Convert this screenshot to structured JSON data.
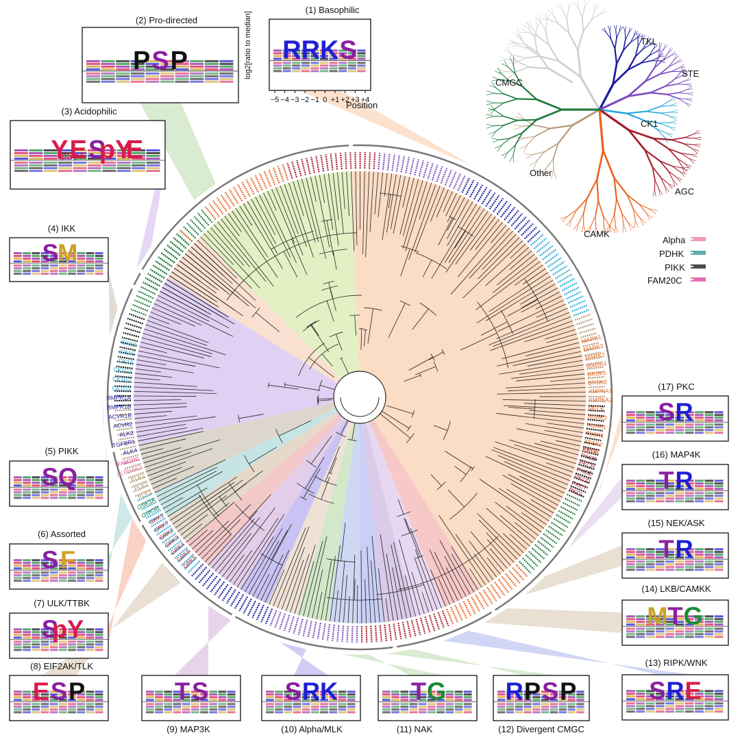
{
  "motif_groups": [
    {
      "id": 1,
      "label": "(1) Basophilic",
      "logo": [
        "R",
        "R",
        "K",
        "S"
      ],
      "colors": [
        "#1f1fd6",
        "#1f1fd6",
        "#1f1fd6",
        "#8a1fa0"
      ]
    },
    {
      "id": 2,
      "label": "(2) Pro-directed",
      "logo": [
        "P",
        "S",
        "P"
      ],
      "colors": [
        "#111",
        "#8a1fa0",
        "#111"
      ]
    },
    {
      "id": 3,
      "label": "(3) Acidophilic",
      "logo": [
        "pS/pT",
        "Y",
        "E",
        "S",
        "pY",
        "E"
      ],
      "colors": [
        "#d81b4a",
        "#d81b4a",
        "#d81b4a",
        "#8a1fa0",
        "#d81b4a",
        "#d81b4a"
      ]
    },
    {
      "id": 4,
      "label": "(4) IKK",
      "logo": [
        "S",
        "M"
      ],
      "colors": [
        "#8a1fa0",
        "#c9a227"
      ]
    },
    {
      "id": 5,
      "label": "(5) PIKK",
      "logo": [
        "S",
        "Q"
      ],
      "colors": [
        "#8a1fa0",
        "#8a1fa0"
      ]
    },
    {
      "id": 6,
      "label": "(6) Assorted",
      "logo": [
        "S",
        "F"
      ],
      "colors": [
        "#8a1fa0",
        "#c9a227"
      ]
    },
    {
      "id": 7,
      "label": "(7) ULK/TTBK",
      "logo": [
        "S",
        "pY"
      ],
      "colors": [
        "#8a1fa0",
        "#d81b4a"
      ]
    },
    {
      "id": 8,
      "label": "(8) EIF2AK/TLK",
      "logo": [
        "E",
        "S",
        "P"
      ],
      "colors": [
        "#d81b4a",
        "#8a1fa0",
        "#111"
      ]
    },
    {
      "id": 9,
      "label": "(9) MAP3K",
      "logo": [
        "T",
        "S"
      ],
      "colors": [
        "#8a1fa0",
        "#8a1fa0"
      ]
    },
    {
      "id": 10,
      "label": "(10) Alpha/MLK",
      "logo": [
        "S",
        "R",
        "K"
      ],
      "colors": [
        "#8a1fa0",
        "#1f1fd6",
        "#1f1fd6"
      ]
    },
    {
      "id": 11,
      "label": "(11) NAK",
      "logo": [
        "T",
        "G"
      ],
      "colors": [
        "#8a1fa0",
        "#1e8a3a"
      ]
    },
    {
      "id": 12,
      "label": "(12) Divergent CMGC",
      "logo": [
        "R",
        "P",
        "S",
        "P"
      ],
      "colors": [
        "#1f1fd6",
        "#111",
        "#8a1fa0",
        "#111"
      ]
    },
    {
      "id": 13,
      "label": "(13) RIPK/WNK",
      "logo": [
        "S",
        "R",
        "E"
      ],
      "colors": [
        "#8a1fa0",
        "#1f1fd6",
        "#d81b4a"
      ]
    },
    {
      "id": 14,
      "label": "(14) LKB/CAMKK",
      "logo": [
        "M",
        "T",
        "G"
      ],
      "colors": [
        "#c9a227",
        "#8a1fa0",
        "#1e8a3a"
      ]
    },
    {
      "id": 15,
      "label": "(15) NEK/ASK",
      "logo": [
        "T",
        "R"
      ],
      "colors": [
        "#8a1fa0",
        "#1f1fd6"
      ]
    },
    {
      "id": 16,
      "label": "(16) MAP4K",
      "logo": [
        "T",
        "R"
      ],
      "colors": [
        "#8a1fa0",
        "#1f1fd6"
      ]
    },
    {
      "id": 17,
      "label": "(17) PKC",
      "logo": [
        "S",
        "R"
      ],
      "colors": [
        "#8a1fa0",
        "#1f1fd6"
      ]
    }
  ],
  "basophilic_axis": {
    "ylabel": "log2[ratio to median]",
    "xlabel": "Position",
    "ticks": [
      "−5",
      "−4",
      "−3",
      "−2",
      "−1",
      "0",
      "+1",
      "+2",
      "+3",
      "+4"
    ]
  },
  "kinome_tree": {
    "groups": [
      {
        "name": "TKL",
        "color": "#1a1a9e"
      },
      {
        "name": "STE",
        "color": "#7d4fbf"
      },
      {
        "name": "CK1",
        "color": "#2aa8d8"
      },
      {
        "name": "AGC",
        "color": "#a51d2d"
      },
      {
        "name": "CAMK",
        "color": "#e8641e"
      },
      {
        "name": "Other",
        "color": "#b49a78"
      },
      {
        "name": "CMGC",
        "color": "#1d7a3a"
      }
    ]
  },
  "legend": [
    {
      "name": "Alpha",
      "color": "#e37aa8"
    },
    {
      "name": "PDHK",
      "color": "#2a8f8f"
    },
    {
      "name": "PIKK",
      "color": "#111111"
    },
    {
      "name": "FAM20C",
      "color": "#e03c9a"
    }
  ],
  "kinase_labels_left": [
    "CK1D",
    "CK1E",
    "CK1A",
    "CK1G1",
    "CK1G2",
    "CK1G3",
    "BMPR1A",
    "BMPR1B",
    "ACVR1B",
    "ACVR2",
    "ALK2",
    "TGFBR1",
    "ALK4",
    "FAM20C",
    "ALPHAK3",
    "PLK1",
    "PLK2",
    "PLK3",
    "GSK3A",
    "GSK3B",
    "GRK1",
    "GRK7",
    "GRK2",
    "GRK3",
    "GRK4",
    "GRK6",
    "GRK5"
  ],
  "kinase_labels_right": [
    "MARK1",
    "MARK3",
    "MARK2",
    "MARK4",
    "BRSK1",
    "BRSK2",
    "AMPKA1",
    "AMPKA2",
    "MELK",
    "NUAK2",
    "NUAK1",
    "TSSK1",
    "TSSK2",
    "SSTK"
  ],
  "kinase_labels_pkc": [
    "PKCG",
    "PKCB",
    "PKCH",
    "PKCE",
    "PKCD",
    "PKCT",
    "PKCI"
  ]
}
